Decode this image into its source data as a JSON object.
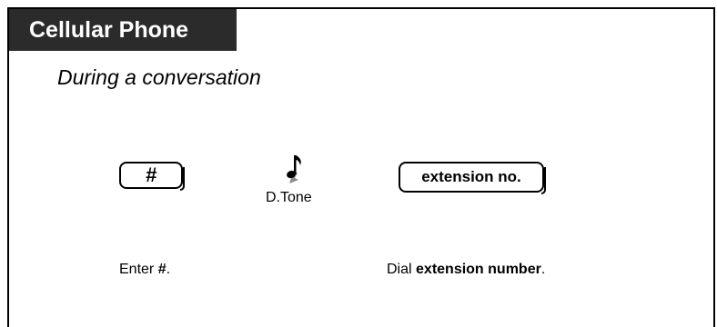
{
  "header": {
    "title": "Cellular Phone"
  },
  "subtitle": "During a conversation",
  "keys": {
    "hash_label": "#",
    "extension_label": "extension no."
  },
  "tone": {
    "icon": "music-note-icon",
    "label": "D.Tone"
  },
  "steps": {
    "step1_prefix": "Enter ",
    "step1_bold": "#",
    "step1_suffix": ".",
    "step2_prefix": "Dial ",
    "step2_bold": "extension number",
    "step2_suffix": "."
  },
  "colors": {
    "header_bg": "#2b2b2b",
    "header_text": "#ffffff",
    "tone_arrow": "#8a8a8a"
  }
}
